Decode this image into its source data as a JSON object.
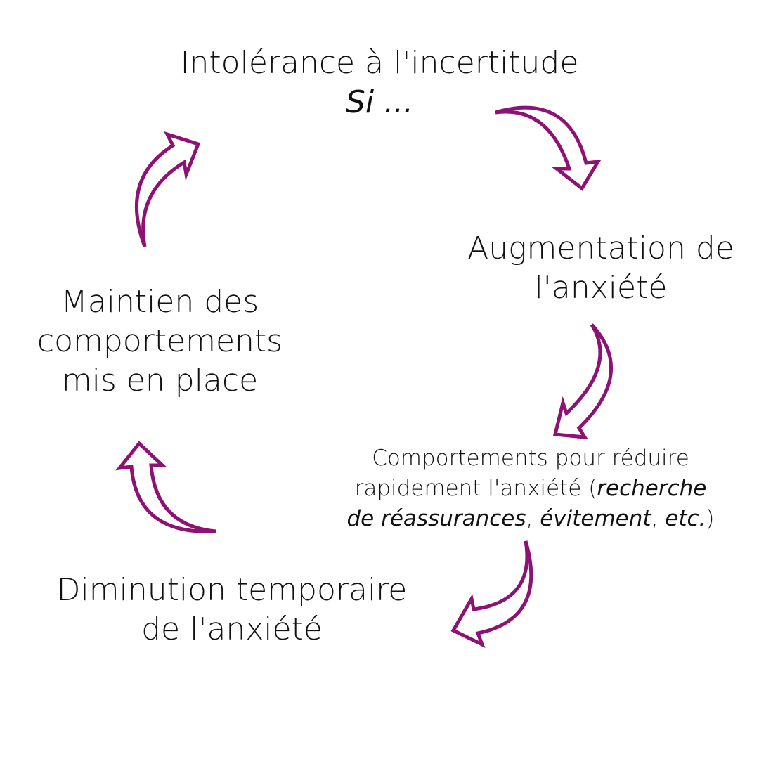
{
  "diagram": {
    "arrow_color": "#8e1274",
    "nodes": [
      {
        "line1": "Intolérance à l'incertitude",
        "line2_italic": "Si ..."
      },
      {
        "line1": "Augmentation de",
        "line2": "l'anxiété"
      },
      {
        "line1": "Comportements pour réduire",
        "line2_prefix": "rapidement l'anxiété (",
        "line2_italic": "recherche",
        "line3_italic": "de réassurances",
        "line3_mid": ", ",
        "line3_italic2": "évitement",
        "line3_mid2": ", ",
        "line3_italic3": "etc.",
        "line3_suffix": ")"
      },
      {
        "line1": "Diminution temporaire",
        "line2": "de l'anxiété"
      },
      {
        "line1": "Maintien des",
        "line2": "comportements",
        "line3": "mis en place"
      }
    ]
  }
}
